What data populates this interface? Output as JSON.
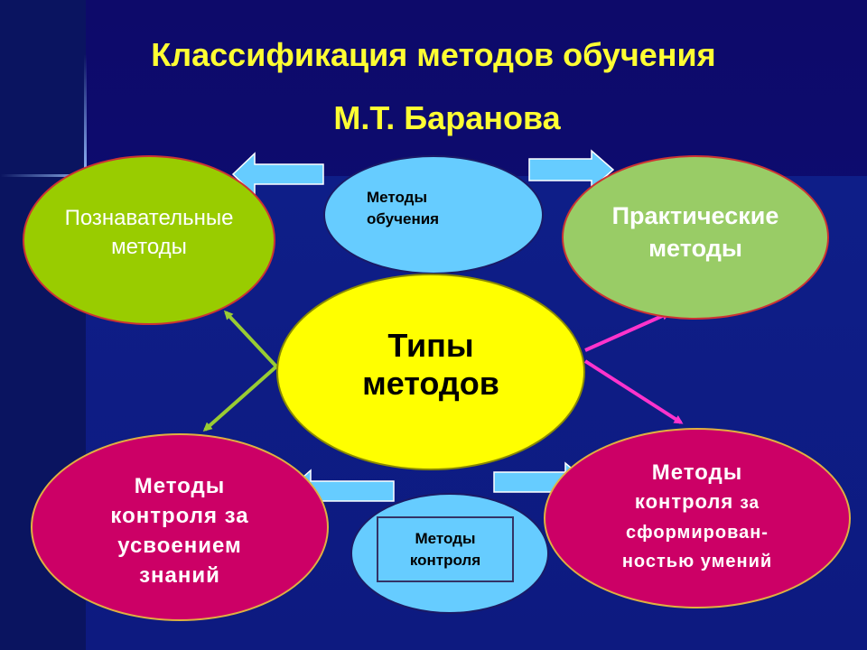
{
  "slide": {
    "title_line1": "Классификация методов обучения",
    "title_line2": "М.Т. Баранова"
  },
  "nodes": {
    "teaching_methods": {
      "line1": "Методы",
      "line2": "обучения",
      "fill": "#66ccff"
    },
    "cognitive_methods": {
      "line1": "Познавательные",
      "line2": "методы",
      "fill": "#99cc00"
    },
    "practical_methods": {
      "line1": "Практические",
      "line2": "методы",
      "fill": "#99cc66"
    },
    "method_types": {
      "line1": "Типы",
      "line2": "методов",
      "fill": "#ffff00"
    },
    "knowledge_control": {
      "line1": "Методы",
      "line2": "контроля за",
      "line3": "усвоением",
      "line4": "знаний",
      "fill": "#cc0066"
    },
    "skills_control": {
      "line1": "Методы",
      "line2a": "контроля ",
      "line2b": "за",
      "line3": "сформирован-",
      "line4": "ностью умений",
      "fill": "#cc0066"
    },
    "control_methods": {
      "line1": "Методы",
      "line2": "контроля",
      "fill": "#66ccff"
    }
  },
  "colors": {
    "title": "#ffff33",
    "block_arrow_fill": "#66ccff",
    "green_arrow": "#99cc33",
    "pink_arrow": "#ff33cc",
    "background": "#0b1270"
  }
}
